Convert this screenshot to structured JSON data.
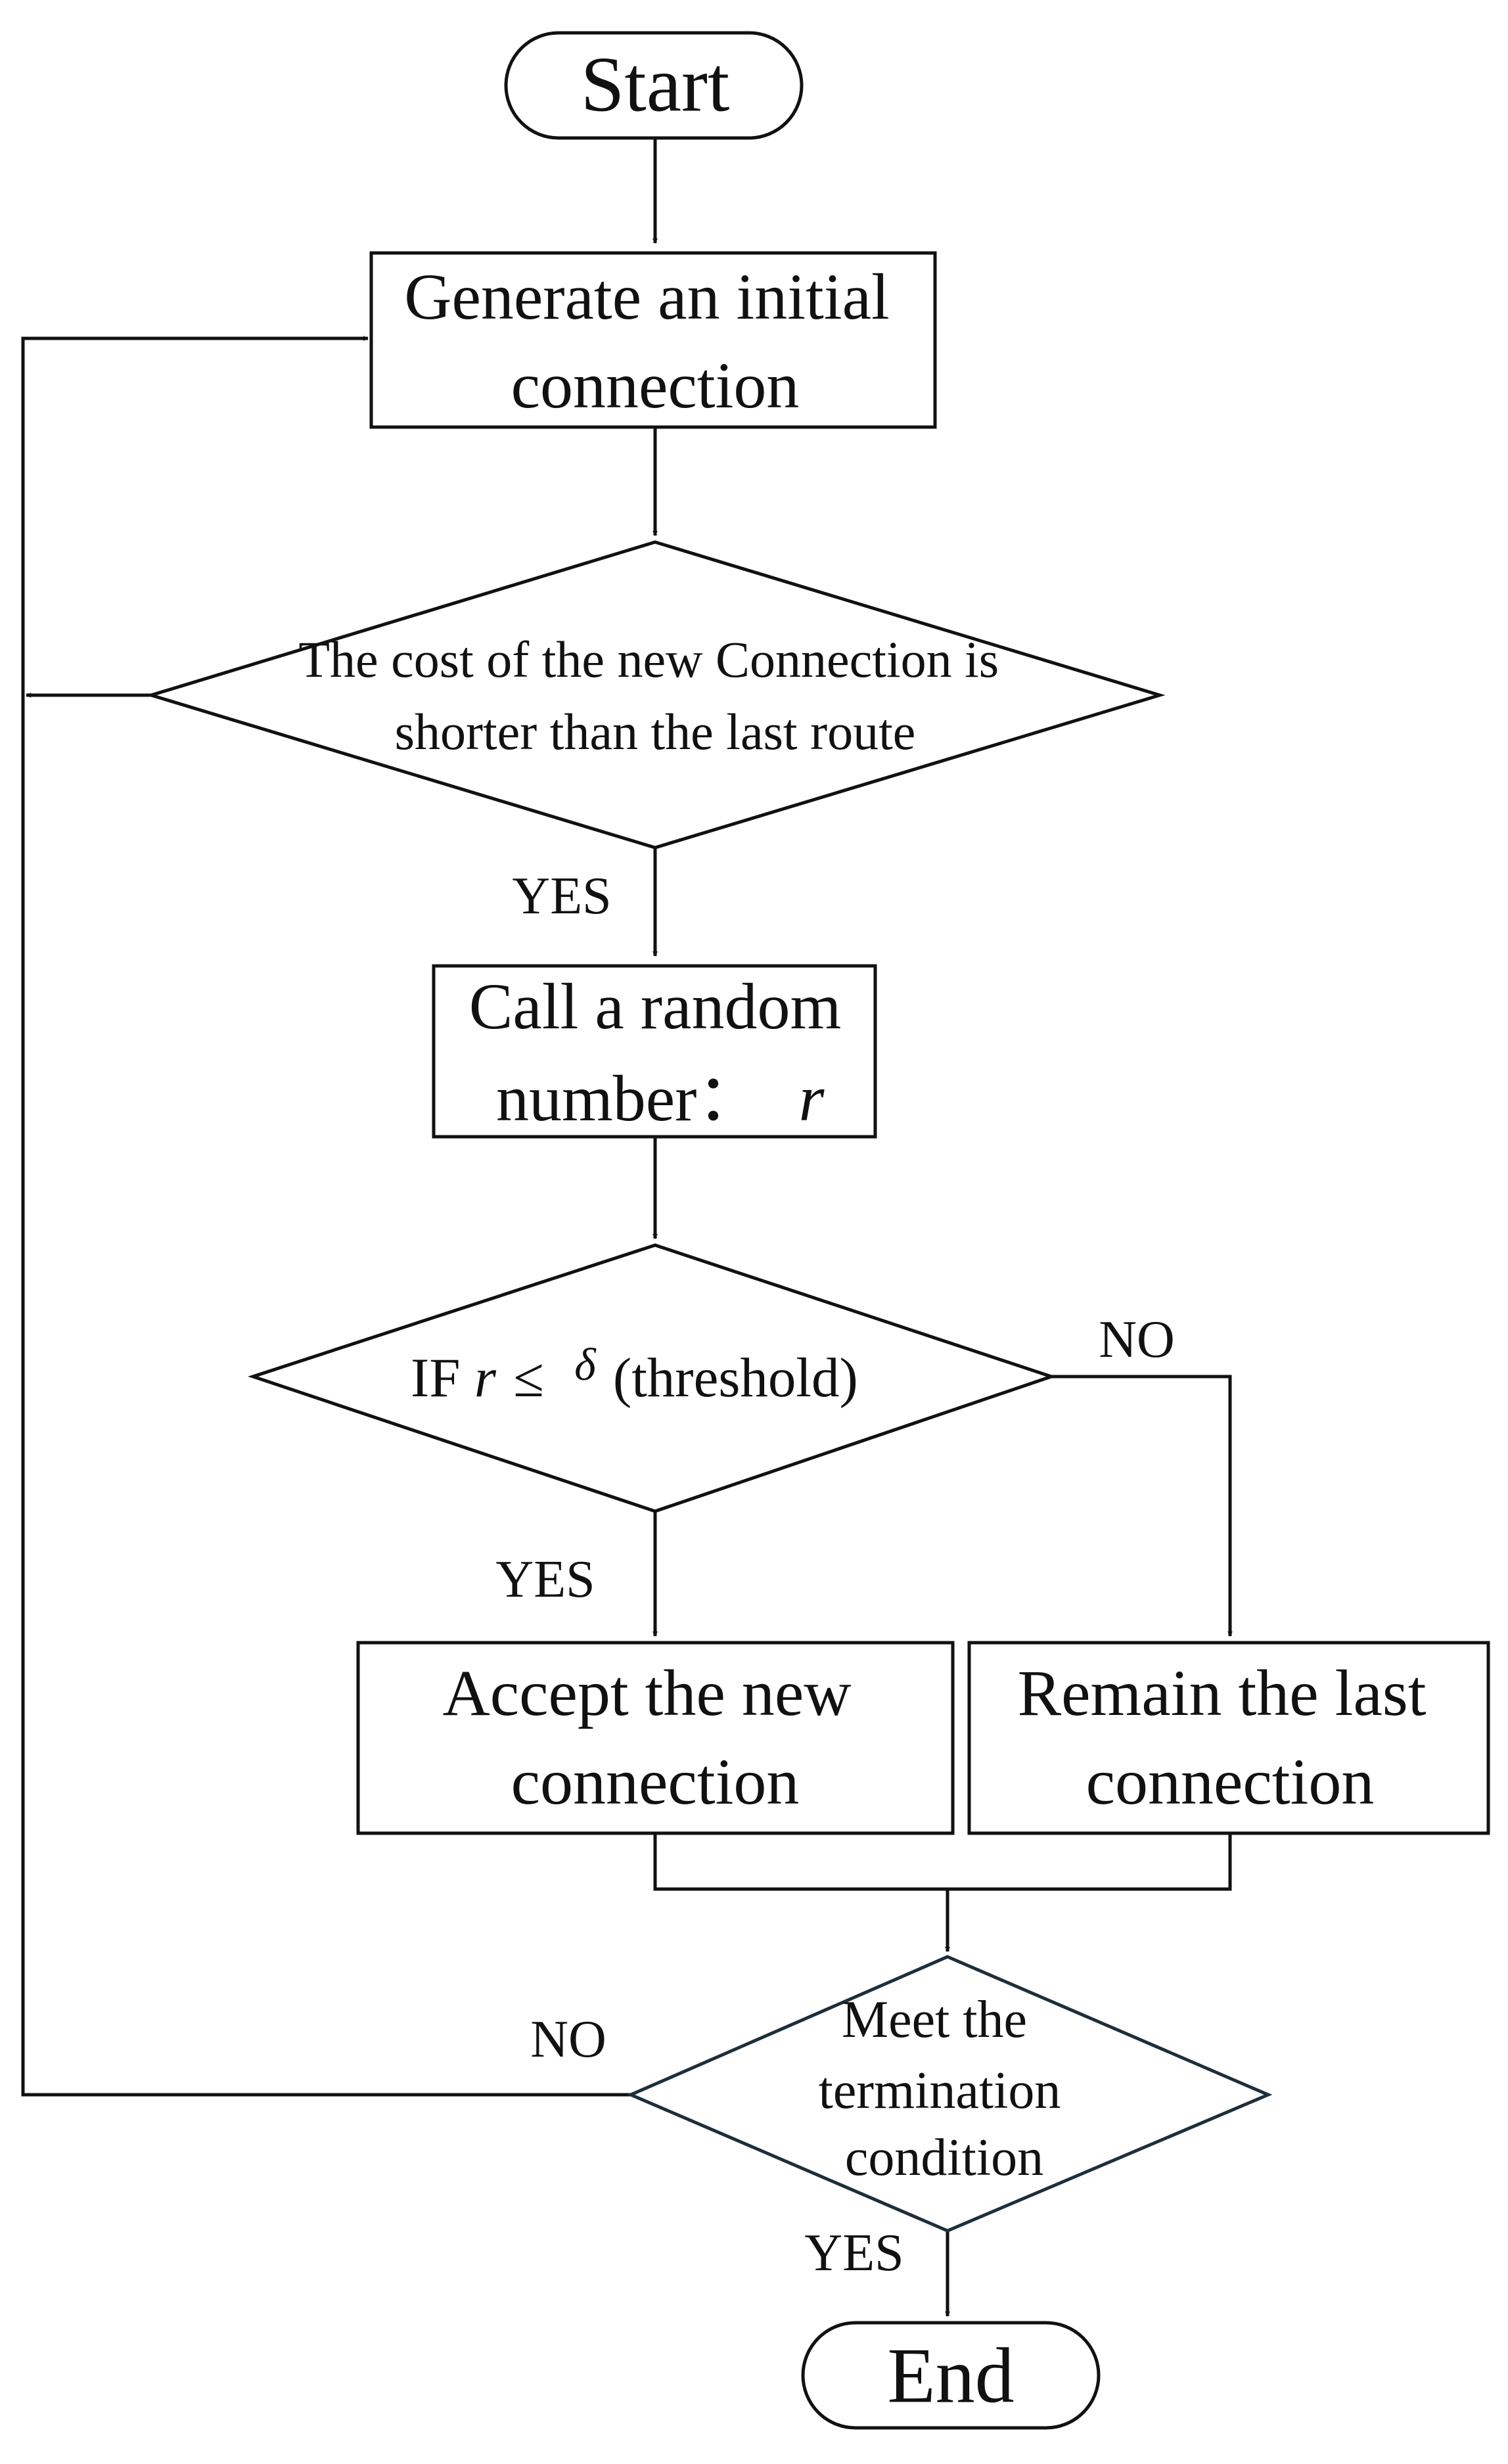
{
  "nodes": {
    "start": "Start",
    "generate": [
      "Generate an initial",
      "connection"
    ],
    "cost_check": [
      "The cost of the new Connection  is",
      "shorter than the last route"
    ],
    "random": {
      "line1": "Call a random",
      "line2_prefix": "number：",
      "line2_var": "r"
    },
    "threshold": {
      "prefix": "IF ",
      "var": "r",
      "leq": "≤",
      "delta": "δ",
      "suffix": "(threshold)"
    },
    "accept": [
      "Accept the new",
      "connection"
    ],
    "remain": [
      "Remain the last",
      "connection"
    ],
    "termination": [
      "Meet the",
      "termination",
      "condition"
    ],
    "end": "End"
  },
  "edge_labels": {
    "cost_yes": "YES",
    "threshold_no": "NO",
    "threshold_yes": "YES",
    "term_no": "NO",
    "term_yes": "YES"
  },
  "colors": {
    "stroke": "#111111",
    "termination_stroke": "#1c2f3b",
    "background": "#ffffff"
  }
}
